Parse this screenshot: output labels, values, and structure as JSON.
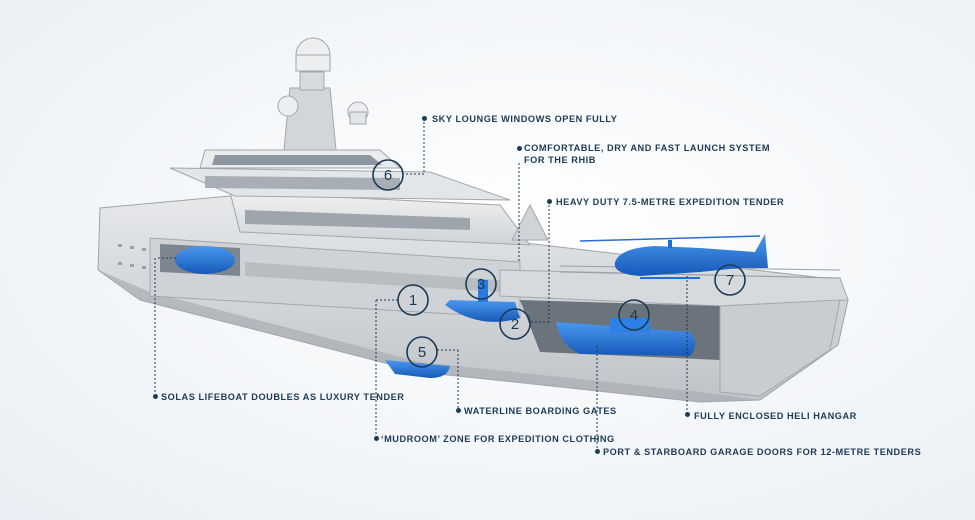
{
  "callouts": {
    "sky_lounge": "SKY LOUNGE WINDOWS OPEN FULLY",
    "launch_system": "COMFORTABLE, DRY AND FAST LAUNCH SYSTEM FOR THE RHIB",
    "expedition_tender": "HEAVY DUTY 7.5-METRE EXPEDITION TENDER",
    "solas_lifeboat": "SOLAS LIFEBOAT DOUBLES AS LUXURY TENDER",
    "waterline_gates": "WATERLINE BOARDING GATES",
    "heli_hangar": "FULLY ENCLOSED HELI HANGAR",
    "mudroom": "‘MUDROOM’ ZONE FOR EXPEDITION CLOTHING",
    "garage_doors": "PORT & STARBOARD GARAGE DOORS FOR 12-METRE TENDERS"
  },
  "markers": [
    "1",
    "2",
    "3",
    "4",
    "5",
    "6",
    "7"
  ],
  "colors": {
    "label": "#1d3a55",
    "hull": "#d6d9dc",
    "accent_blue": "#1f6fd6"
  }
}
